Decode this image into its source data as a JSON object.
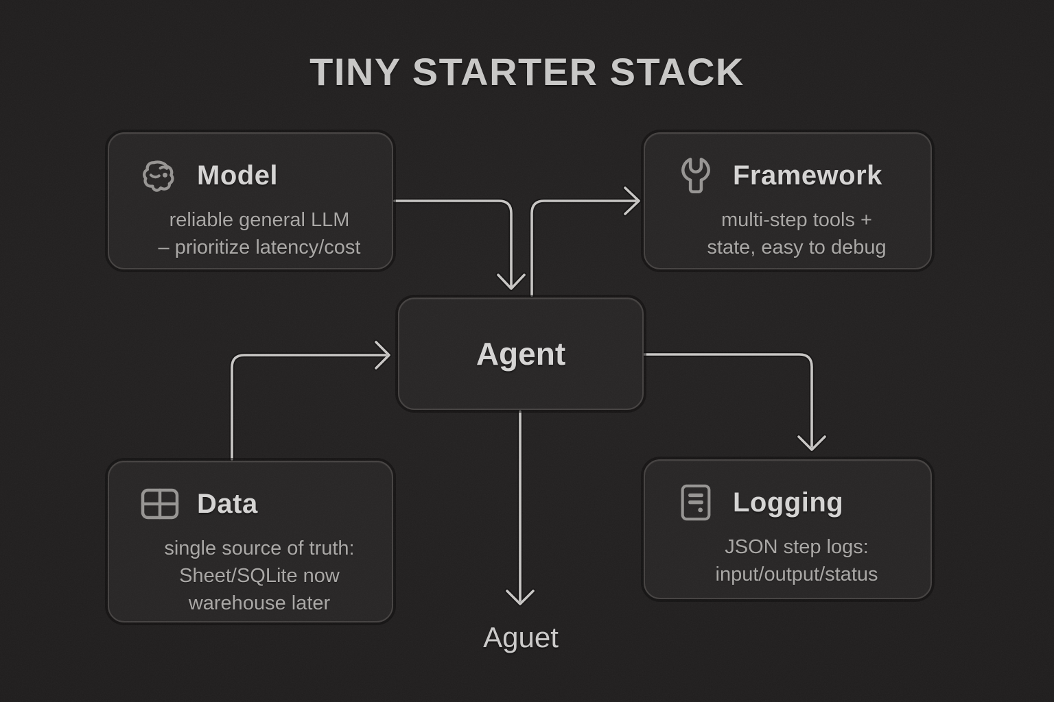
{
  "title": "TINY STARTER STACK",
  "nodes": {
    "model": {
      "title": "Model",
      "icon": "brain-icon",
      "lines": [
        "reliable general LLM",
        "– prioritize latency/cost"
      ]
    },
    "framework": {
      "title": "Framework",
      "icon": "wrench-icon",
      "lines": [
        "multi-step tools +",
        "state, easy to debug"
      ]
    },
    "agent": {
      "title": "Agent"
    },
    "data": {
      "title": "Data",
      "icon": "table-icon",
      "lines": [
        "single source of truth:",
        "Sheet/SQLite now",
        "warehouse later"
      ]
    },
    "logging": {
      "title": "Logging",
      "icon": "log-document-icon",
      "lines": [
        "JSON step logs:",
        "input/output/status"
      ]
    }
  },
  "footer_label": "Aguet",
  "edges": [
    {
      "from": "Model",
      "to": "Agent"
    },
    {
      "from": "Agent",
      "to": "Framework"
    },
    {
      "from": "Data",
      "to": "Agent"
    },
    {
      "from": "Agent",
      "to": "Logging"
    },
    {
      "from": "Agent",
      "to": "Aguet"
    }
  ],
  "colors": {
    "bg": "#201e1e",
    "box_fill": "#272525",
    "box_border": "#454241",
    "heading": "#d6d5d4",
    "body_text": "#aaa8a6",
    "arrow": "#c9c7c5",
    "title": "#c9c8c7",
    "icon": "#979593"
  }
}
